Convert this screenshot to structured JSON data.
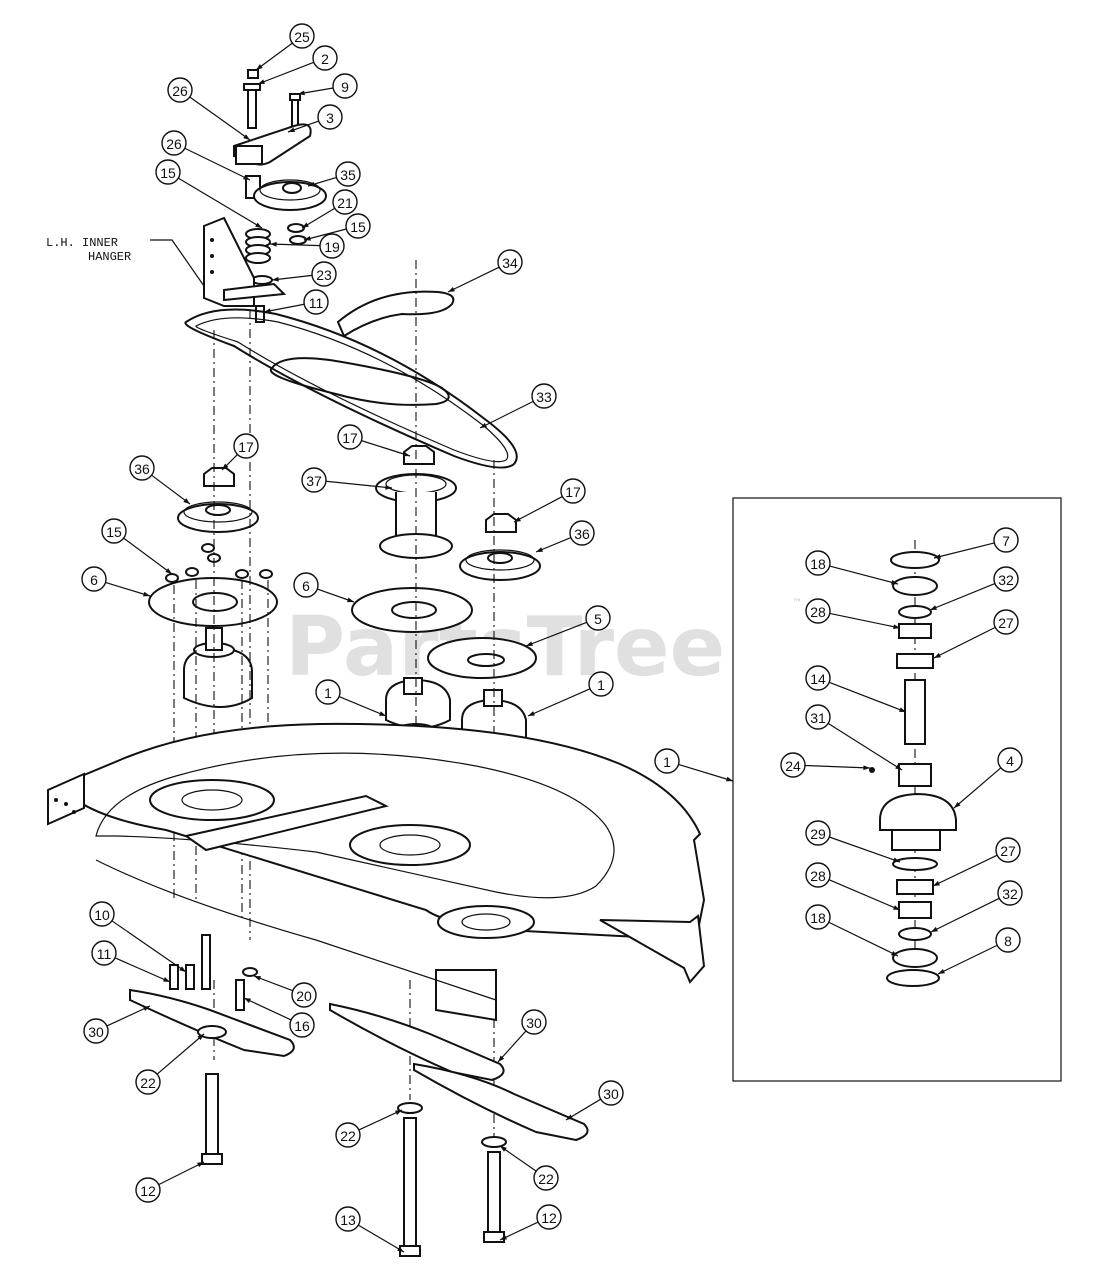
{
  "watermark": {
    "text": "PartsTree",
    "trademark": "™"
  },
  "labels": {
    "hanger_line1": "L.H. INNER",
    "hanger_line2": "HANGER"
  },
  "callouts": [
    {
      "id": "c25",
      "num": "25"
    },
    {
      "id": "c2",
      "num": "2"
    },
    {
      "id": "c26a",
      "num": "26"
    },
    {
      "id": "c9",
      "num": "9"
    },
    {
      "id": "c3",
      "num": "3"
    },
    {
      "id": "c26b",
      "num": "26"
    },
    {
      "id": "c15a",
      "num": "15"
    },
    {
      "id": "c35",
      "num": "35"
    },
    {
      "id": "c21",
      "num": "21"
    },
    {
      "id": "c15b",
      "num": "15"
    },
    {
      "id": "c19",
      "num": "19"
    },
    {
      "id": "c23",
      "num": "23"
    },
    {
      "id": "c11a",
      "num": "11"
    },
    {
      "id": "c34",
      "num": "34"
    },
    {
      "id": "c33",
      "num": "33"
    },
    {
      "id": "c17a",
      "num": "17"
    },
    {
      "id": "c36a",
      "num": "36"
    },
    {
      "id": "c17b",
      "num": "17"
    },
    {
      "id": "c37",
      "num": "37"
    },
    {
      "id": "c17c",
      "num": "17"
    },
    {
      "id": "c36b",
      "num": "36"
    },
    {
      "id": "c15c",
      "num": "15"
    },
    {
      "id": "c6a",
      "num": "6"
    },
    {
      "id": "c6b",
      "num": "6"
    },
    {
      "id": "c5",
      "num": "5"
    },
    {
      "id": "c1a",
      "num": "1"
    },
    {
      "id": "c1b",
      "num": "1"
    },
    {
      "id": "c1c",
      "num": "1"
    },
    {
      "id": "c10",
      "num": "10"
    },
    {
      "id": "c11b",
      "num": "11"
    },
    {
      "id": "c20",
      "num": "20"
    },
    {
      "id": "c16",
      "num": "16"
    },
    {
      "id": "c30a",
      "num": "30"
    },
    {
      "id": "c22a",
      "num": "22"
    },
    {
      "id": "c12a",
      "num": "12"
    },
    {
      "id": "c30b",
      "num": "30"
    },
    {
      "id": "c30c",
      "num": "30"
    },
    {
      "id": "c22b",
      "num": "22"
    },
    {
      "id": "c22c",
      "num": "22"
    },
    {
      "id": "c13",
      "num": "13"
    },
    {
      "id": "c12b",
      "num": "12"
    },
    {
      "id": "c7",
      "num": "7"
    },
    {
      "id": "c18a",
      "num": "18"
    },
    {
      "id": "c32a",
      "num": "32"
    },
    {
      "id": "c28a",
      "num": "28"
    },
    {
      "id": "c27a",
      "num": "27"
    },
    {
      "id": "c14",
      "num": "14"
    },
    {
      "id": "c31",
      "num": "31"
    },
    {
      "id": "c24",
      "num": "24"
    },
    {
      "id": "c4",
      "num": "4"
    },
    {
      "id": "c29",
      "num": "29"
    },
    {
      "id": "c27b",
      "num": "27"
    },
    {
      "id": "c28b",
      "num": "28"
    },
    {
      "id": "c32b",
      "num": "32"
    },
    {
      "id": "c18b",
      "num": "18"
    },
    {
      "id": "c8",
      "num": "8"
    }
  ]
}
